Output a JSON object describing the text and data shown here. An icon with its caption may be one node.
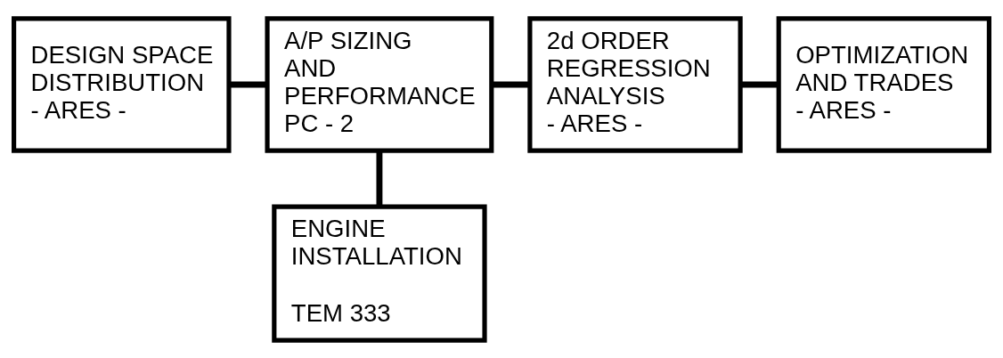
{
  "diagram": {
    "nodes": [
      {
        "text": [
          "DESIGN SPACE DISTRIBUTION",
          "- ARES -"
        ]
      },
      {
        "text": [
          "A/P SIZING AND PERFORMANCE",
          "PC - 2"
        ]
      },
      {
        "text": [
          "2d ORDER REGRESSION ANALYSIS",
          "- ARES -"
        ]
      },
      {
        "text": [
          "OPTIMIZATION AND TRADES",
          "- ARES -"
        ]
      },
      {
        "text": [
          "ENGINE INSTALLATION",
          "TEM 333"
        ]
      }
    ],
    "edges": [
      {
        "from": 0,
        "to": 1,
        "arrow": "none"
      },
      {
        "from": 1,
        "to": 2,
        "arrow": "none"
      },
      {
        "from": 2,
        "to": 3,
        "arrow": "none"
      },
      {
        "from": 1,
        "to": 4,
        "arrow": "none"
      }
    ]
  }
}
